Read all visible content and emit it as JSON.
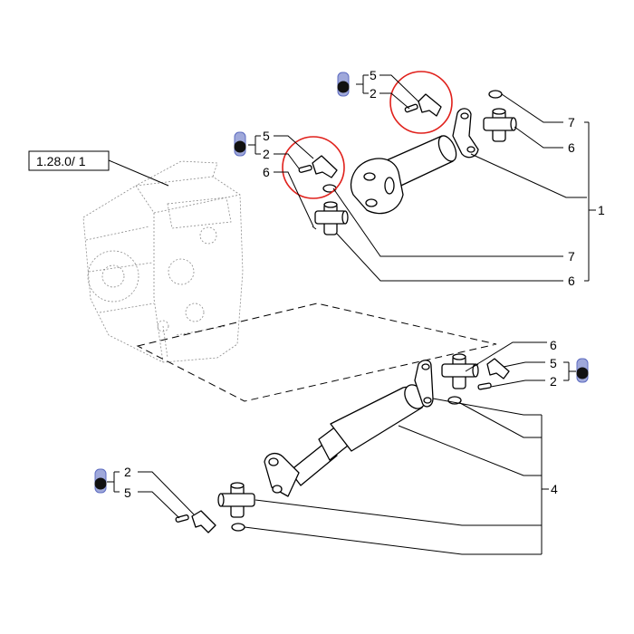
{
  "reference_box": {
    "text": "1.28.0/ 1"
  },
  "colors": {
    "highlight": "#e0201b",
    "badge_fill": "#1a237e",
    "badge_border": "#7986cb"
  },
  "icons": {
    "kit_badge": "kit-badge-icon"
  },
  "upper_shaft": {
    "group_label": "1",
    "top_callout": {
      "items": [
        "5",
        "2"
      ]
    },
    "left_callout": {
      "items": [
        "5",
        "2",
        "6"
      ]
    },
    "right_labels": [
      "7",
      "6",
      "7",
      "6"
    ]
  },
  "lower_shaft": {
    "group_label": "4",
    "right_labels": [
      "6",
      "5",
      "2"
    ],
    "left_callout": {
      "items": [
        "2",
        "5"
      ]
    }
  }
}
